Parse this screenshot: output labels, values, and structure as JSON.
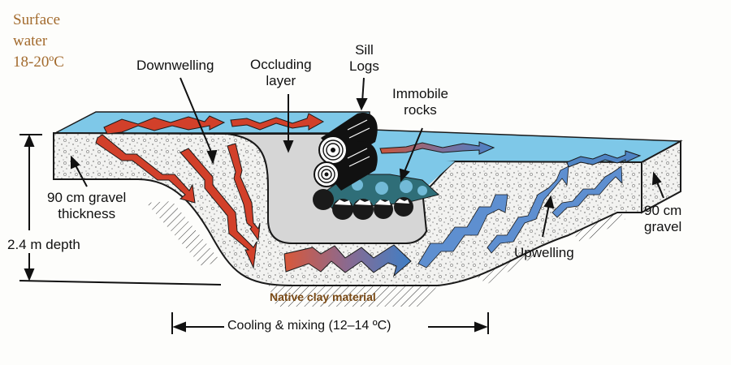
{
  "title_note": {
    "line1": "Surface",
    "line2": "water",
    "line3": "18-20ºC"
  },
  "labels": {
    "downwelling": "Downwelling",
    "occluding_line1": "Occluding",
    "occluding_line2": "layer",
    "sill_line1": "Sill",
    "sill_line2": "Logs",
    "rocks_line1": "Immobile",
    "rocks_line2": "rocks",
    "gravel_left_line1": "90 cm gravel",
    "gravel_left_line2": "thickness",
    "depth": "2.4 m depth",
    "upwelling": "Upwelling",
    "gravel_right_line1": "90 cm",
    "gravel_right_line2": "gravel",
    "native_clay": "Native clay material",
    "cooling": "Cooling & mixing (12–14 ºC)"
  },
  "colors": {
    "water": "#7ec8e8",
    "water_edge": "#1a1a1a",
    "gravel": "#eeeeec",
    "occluding": "#d6d6d6",
    "warm_arrow": "#d2402a",
    "cool_arrow": "#4f84c4",
    "rock_teal": "#2f6e78",
    "log": "#111111",
    "note": "#a36b2e",
    "clay_text": "#7a4a16"
  }
}
